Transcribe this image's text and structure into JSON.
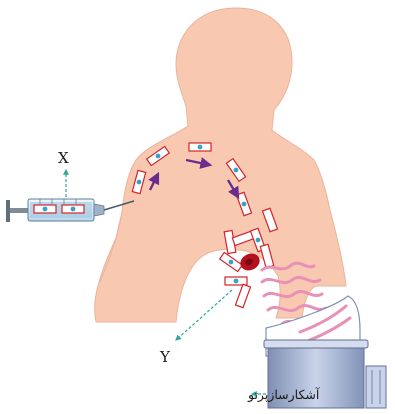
{
  "labels": {
    "x": "X",
    "y": "Y",
    "detector": "آشکارسازپرتو"
  },
  "colors": {
    "skin": "#f9c8b1",
    "skin_edge": "#eab49a",
    "arrow": "#6b2d8c",
    "dash": "#2fa79c",
    "cell_fill": "#ffffff",
    "cell_border": "#d2232a",
    "cell_dot": "#3aa0c8",
    "tumor": "#b3111d",
    "wave": "#e98fb8",
    "detector_body": "#aab8d4",
    "syringe_barrel": "#d6e7f2",
    "syringe_fluid": "#9cc8e2"
  },
  "icons": [
    "syringe-icon",
    "labeled-cell-icon",
    "tumor-icon",
    "radiation-wave-icon",
    "gamma-detector-icon"
  ]
}
